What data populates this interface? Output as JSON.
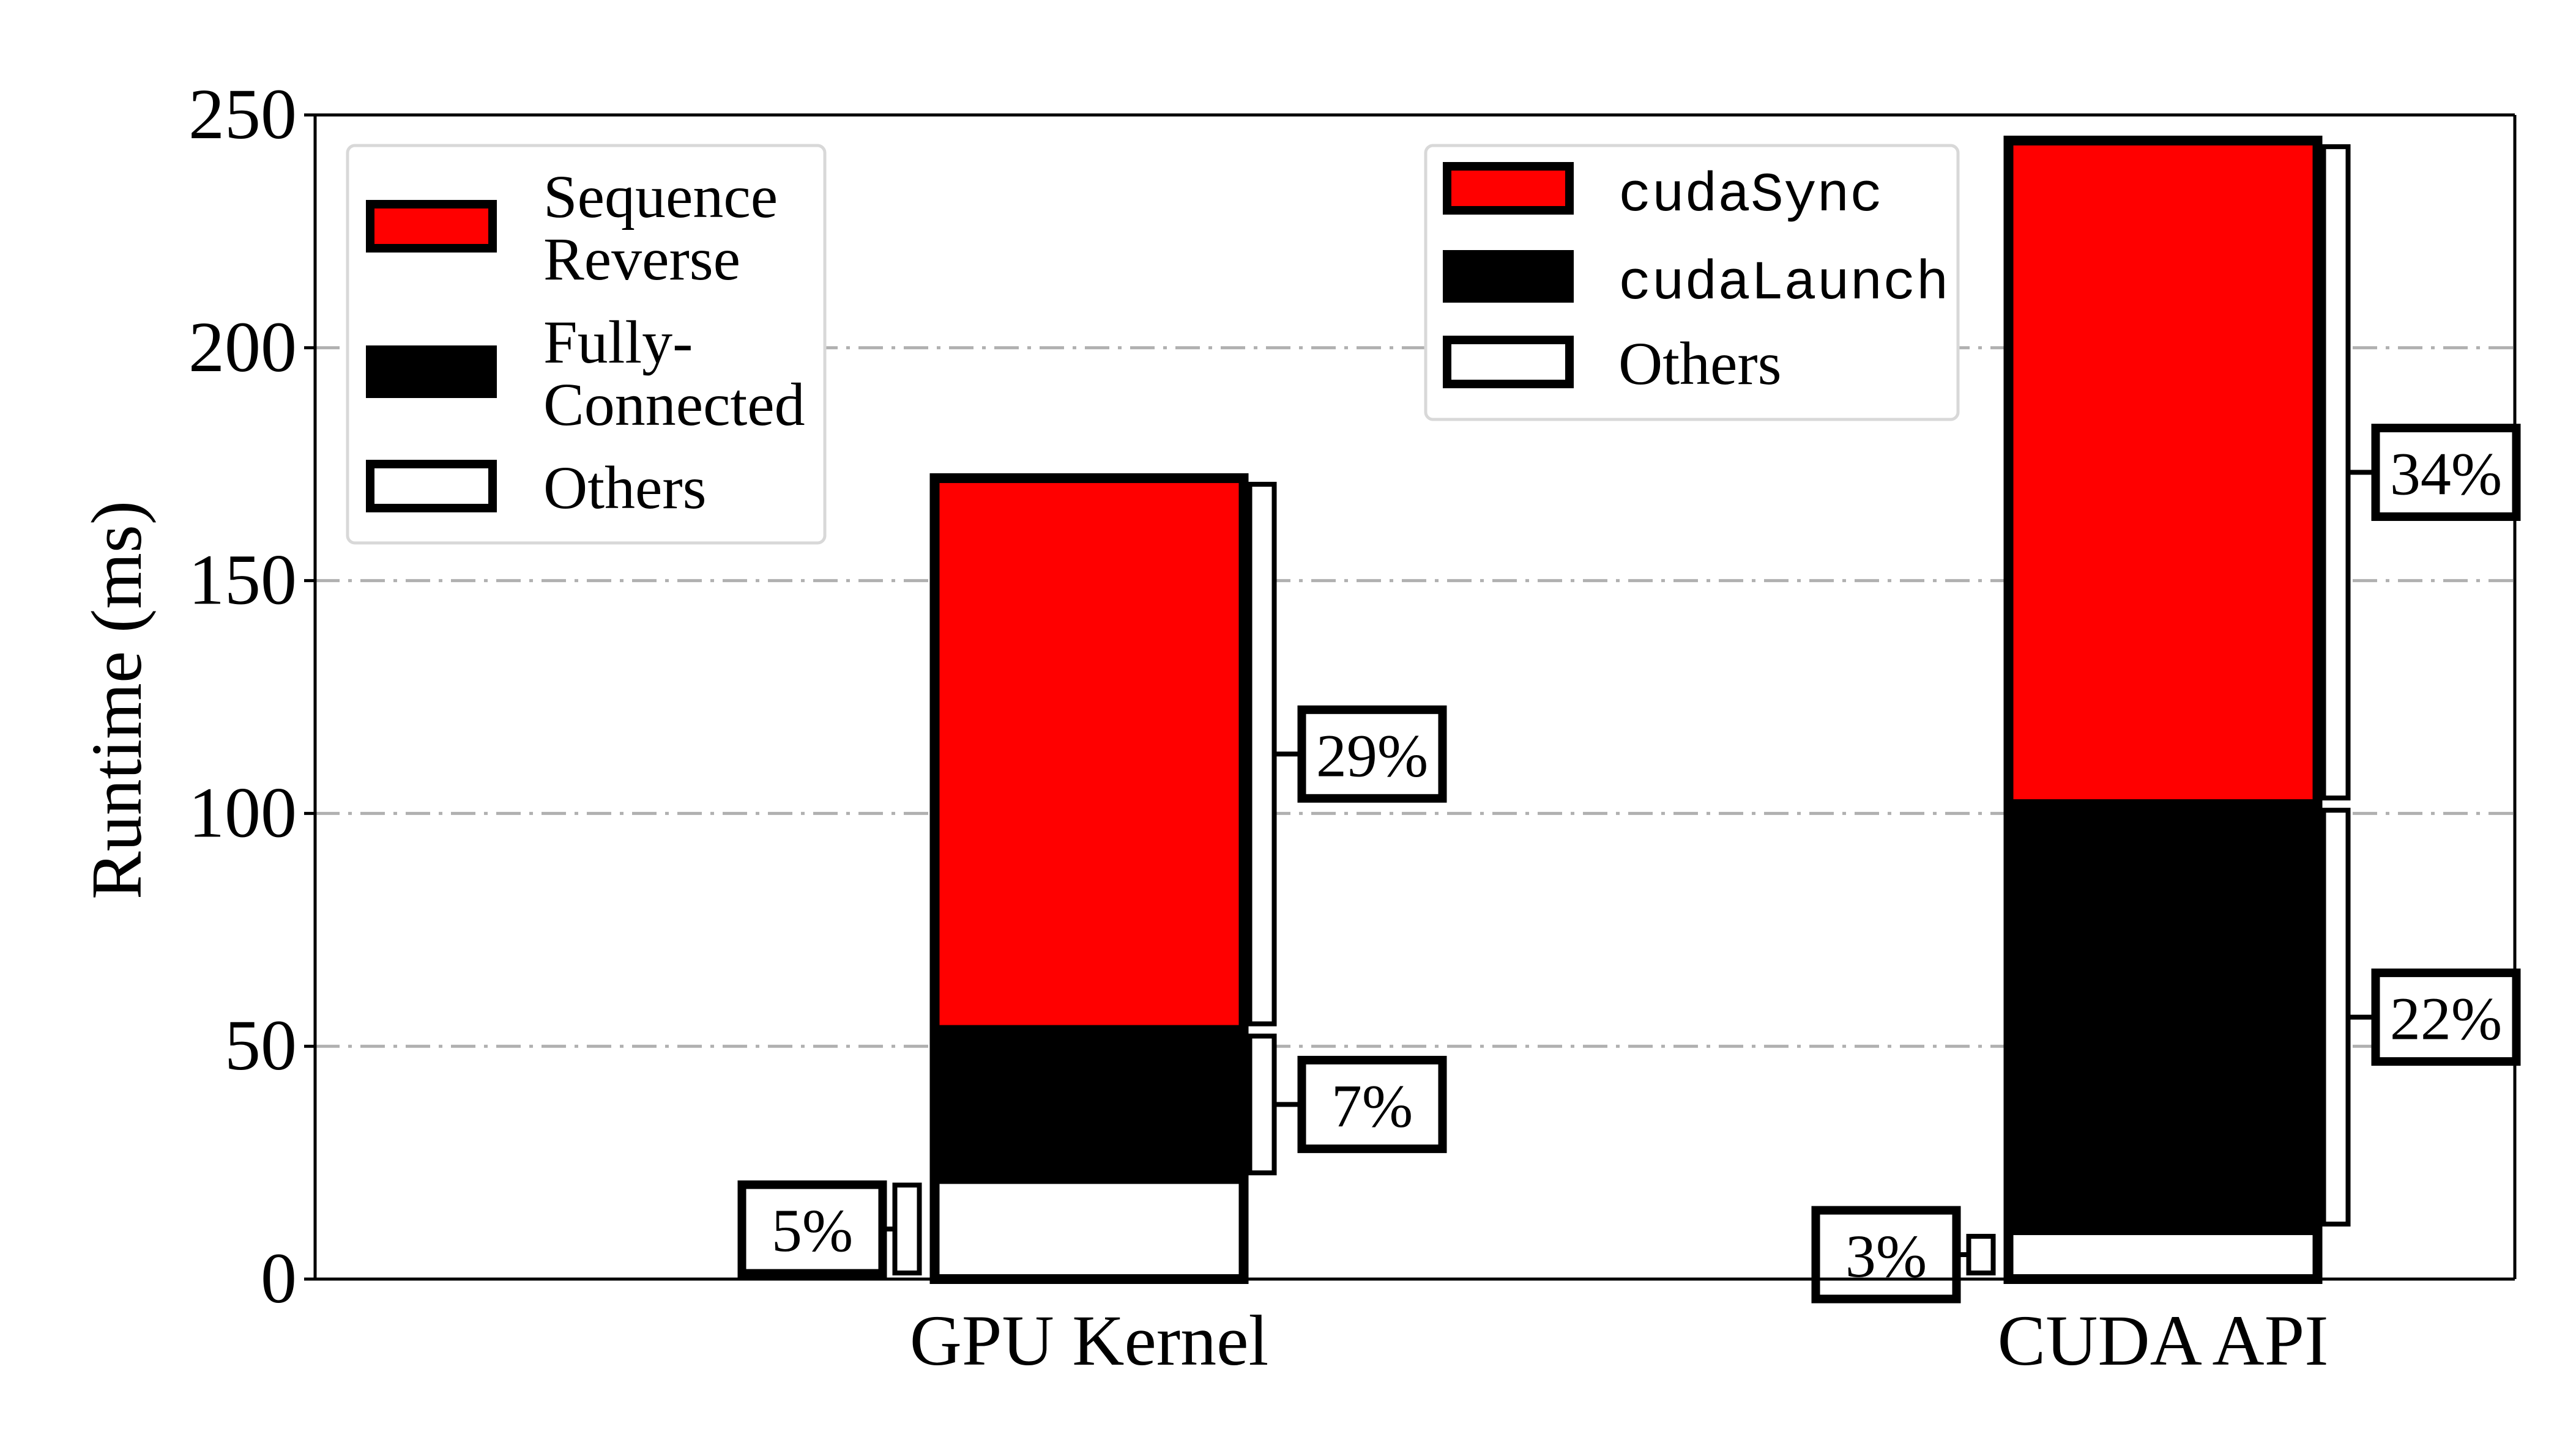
{
  "chart_data": {
    "type": "bar",
    "stacked": true,
    "ylabel": "Runtime (ms)",
    "xlabel": "",
    "ylim": [
      0,
      250
    ],
    "yticks": [
      0,
      50,
      100,
      150,
      200,
      250
    ],
    "grid": "horizontal dash-dot",
    "groups": [
      {
        "label": "GPU Kernel",
        "legend_position": "top-left",
        "segments": [
          {
            "name": "Others",
            "value": 21.5,
            "color": "#ffffff",
            "annotation": "5%"
          },
          {
            "name": "Fully-Connected",
            "value": 32,
            "color": "#000000",
            "annotation": "7%"
          },
          {
            "name": "Sequence Reverse",
            "value": 118.5,
            "color": "#ff0000",
            "annotation": "29%"
          }
        ]
      },
      {
        "label": "CUDA API",
        "legend_position": "top-center",
        "segments": [
          {
            "name": "Others",
            "value": 10.5,
            "color": "#ffffff",
            "annotation": "3%"
          },
          {
            "name": "cudaLaunch",
            "value": 91.5,
            "color": "#000000",
            "annotation": "22%"
          },
          {
            "name": "cudaSync",
            "value": 142.5,
            "color": "#ff0000",
            "annotation": "34%"
          }
        ]
      }
    ]
  },
  "legends": [
    {
      "items": [
        {
          "lines": [
            "Sequence",
            "Reverse"
          ],
          "color": "#ff0000",
          "mono": false
        },
        {
          "lines": [
            "Fully-",
            "Connected"
          ],
          "color": "#000000",
          "mono": false
        },
        {
          "lines": [
            "Others"
          ],
          "color": "#ffffff",
          "mono": false
        }
      ]
    },
    {
      "items": [
        {
          "lines": [
            "cudaSync"
          ],
          "color": "#ff0000",
          "mono": true
        },
        {
          "lines": [
            "cudaLaunch"
          ],
          "color": "#000000",
          "mono": true
        },
        {
          "lines": [
            "Others"
          ],
          "color": "#ffffff",
          "mono": false
        }
      ]
    }
  ]
}
